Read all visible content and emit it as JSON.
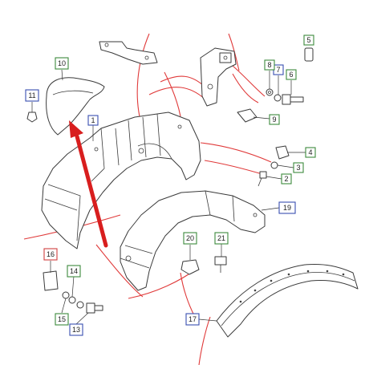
{
  "colors": {
    "callout_green": "#3d8a3d",
    "callout_blue": "#3a4fb0",
    "callout_red": "#d04040",
    "pointer_arrow": "#d81e1e",
    "accent_lines": "#e03a3a",
    "line": "#3a3a3a"
  },
  "callouts": [
    {
      "id": "c1",
      "label": "1",
      "color": "blue"
    },
    {
      "id": "c2",
      "label": "2",
      "color": "green"
    },
    {
      "id": "c3",
      "label": "3",
      "color": "green"
    },
    {
      "id": "c4",
      "label": "4",
      "color": "green"
    },
    {
      "id": "c5",
      "label": "5",
      "color": "green"
    },
    {
      "id": "c6",
      "label": "6",
      "color": "green"
    },
    {
      "id": "c7",
      "label": "7",
      "color": "blue"
    },
    {
      "id": "c8",
      "label": "8",
      "color": "green"
    },
    {
      "id": "c9",
      "label": "9",
      "color": "green"
    },
    {
      "id": "c10",
      "label": "10",
      "color": "green"
    },
    {
      "id": "c11",
      "label": "11",
      "color": "blue"
    },
    {
      "id": "c13",
      "label": "13",
      "color": "blue"
    },
    {
      "id": "c14",
      "label": "14",
      "color": "green"
    },
    {
      "id": "c15",
      "label": "15",
      "color": "green"
    },
    {
      "id": "c16",
      "label": "16",
      "color": "red"
    },
    {
      "id": "c17",
      "label": "17",
      "color": "blue"
    },
    {
      "id": "c19",
      "label": "19",
      "color": "blue"
    },
    {
      "id": "c20",
      "label": "20",
      "color": "green"
    },
    {
      "id": "c21",
      "label": "21",
      "color": "green"
    }
  ]
}
